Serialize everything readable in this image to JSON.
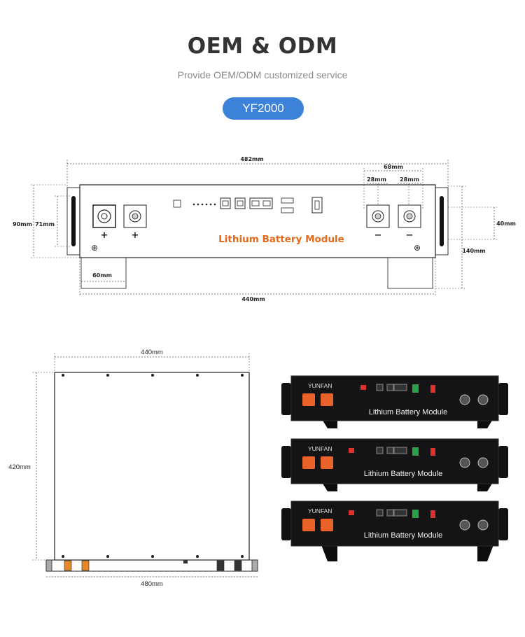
{
  "header": {
    "title": "OEM & ODM",
    "subtitle": "Provide OEM/ODM customized service",
    "model_tag": "YF2000"
  },
  "front_drawing": {
    "module_label": "Lithium Battery Module",
    "dimensions": {
      "overall_width": "482mm",
      "body_width": "440mm",
      "terminal_span": "68mm",
      "terminal_spacing_left": "28mm",
      "terminal_spacing_right": "28mm",
      "height_outer": "90mm",
      "height_inner": "71mm",
      "foot_width": "60mm",
      "right_small": "40mm",
      "right_tall": "140mm"
    },
    "terminal_signs": {
      "positive": "+",
      "negative": "−"
    },
    "ground_symbol": "⊕"
  },
  "top_drawing": {
    "dimensions": {
      "width": "440mm",
      "depth": "420mm",
      "overall_width": "480mm"
    }
  },
  "photo": {
    "brand": "YUNFAN",
    "module_label": "Lithium Battery Module",
    "units": 3
  },
  "colors": {
    "accent": "#3b82d8",
    "label_orange": "#e06a1a",
    "terminal_orange": "#e8622a"
  }
}
